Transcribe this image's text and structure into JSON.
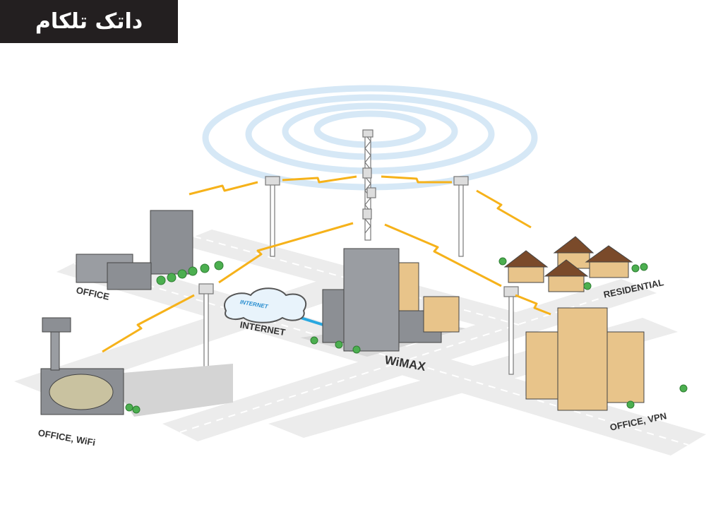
{
  "logo": {
    "text": "داتک تلکام"
  },
  "labels": {
    "office": "OFFICE",
    "internet": "INTERNET",
    "internet_cloud": "INTERNET",
    "wimax": "WiMAX",
    "residential": "RESIDENTIAL",
    "office_vpn": "OFFICE, VPN",
    "office_wifi": "OFFICE, WiFi"
  },
  "colors": {
    "signal": "#f6b21a",
    "rings": "#d6e8f6",
    "internet_link": "#29a8e0",
    "road": "#e6e6e6",
    "building_gray": "#8c8f94",
    "building_tan": "#e8c48a",
    "tree": "#4caf50"
  }
}
